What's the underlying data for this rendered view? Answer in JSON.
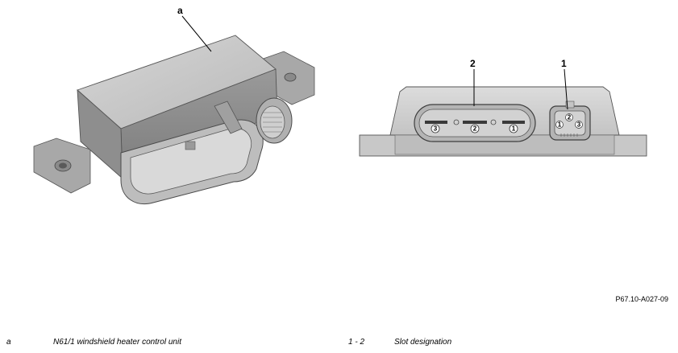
{
  "callouts": {
    "a": "a",
    "slot2": "2",
    "slot1": "1"
  },
  "pin_labels": {
    "large_connector": [
      "3",
      "2",
      "1"
    ],
    "small_connector": [
      "2",
      "1",
      "3"
    ]
  },
  "reference_code": "P67.10-A027-09",
  "legend": [
    {
      "key": "a",
      "text": "N61/1 windshield heater control unit"
    },
    {
      "key": "1 - 2",
      "text": "Slot designation"
    }
  ]
}
